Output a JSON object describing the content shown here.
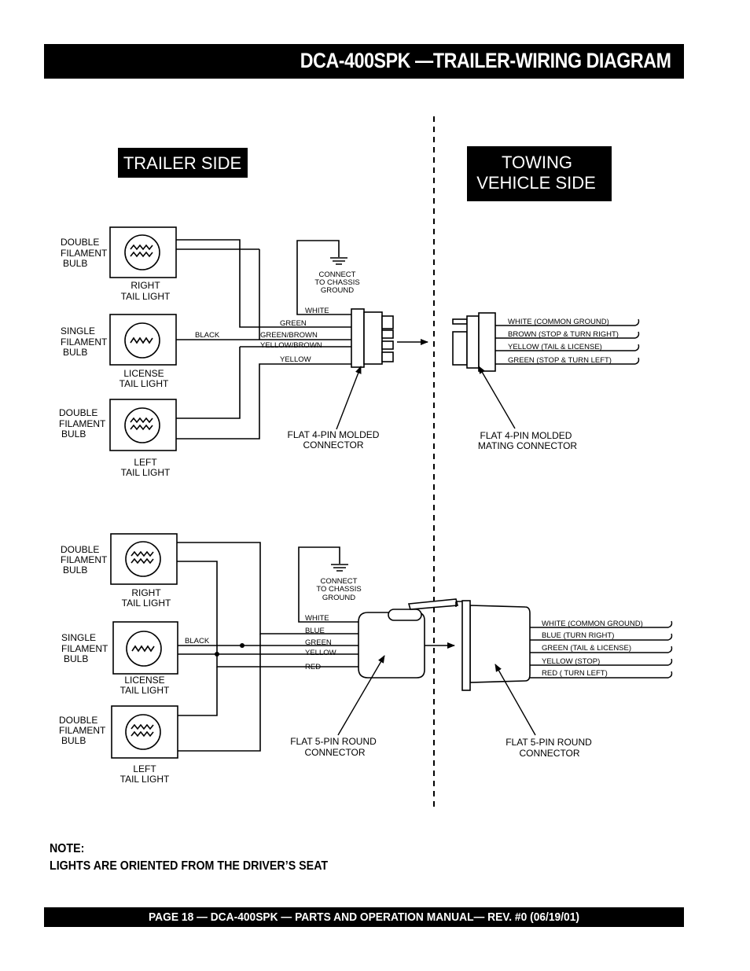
{
  "header": {
    "title": "DCA-400SPK —TRAILER-WIRING DIAGRAM"
  },
  "sides": {
    "trailer": "TRAILER SIDE",
    "towing_line1": "TOWING",
    "towing_line2": "VEHICLE SIDE"
  },
  "bulbs": {
    "double": [
      "DOUBLE",
      "FILAMENT",
      "BULB"
    ],
    "single": [
      "SINGLE",
      "FILAMENT",
      "BULB"
    ]
  },
  "lights": {
    "right": [
      "RIGHT",
      "TAIL LIGHT"
    ],
    "license": [
      "LICENSE",
      "TAIL LIGHT"
    ],
    "left": [
      "LEFT",
      "TAIL LIGHT"
    ]
  },
  "ground": [
    "CONNECT",
    "TO CHASSIS",
    "GROUND"
  ],
  "top": {
    "trailer_wires": {
      "white": "WHITE",
      "green": "GREEN",
      "black": "BLACK",
      "green_brown": "GREEN/BROWN",
      "yellow_brown": "YELLOW/BROWN",
      "yellow": "YELLOW"
    },
    "trailer_connector": [
      "FLAT 4-PIN MOLDED",
      "CONNECTOR"
    ],
    "vehicle_wires": [
      "WHITE (COMMON GROUND)",
      "BROWN (STOP & TURN RIGHT)",
      "YELLOW (TAIL & LICENSE)",
      "GREEN (STOP & TURN LEFT)"
    ],
    "vehicle_connector": [
      "FLAT 4-PIN MOLDED",
      "MATING CONNECTOR"
    ]
  },
  "bottom": {
    "trailer_wires": {
      "white": "WHITE",
      "blue": "BLUE",
      "black": "BLACK",
      "green": "GREEN",
      "yellow": "YELLOW",
      "red": "RED"
    },
    "trailer_connector": [
      "FLAT 5-PIN ROUND",
      "CONNECTOR"
    ],
    "vehicle_wires": [
      "WHITE (COMMON GROUND)",
      "BLUE (TURN RIGHT)",
      "GREEN (TAIL & LICENSE)",
      "YELLOW (STOP)",
      "RED ( TURN LEFT)"
    ],
    "vehicle_connector": [
      "FLAT 5-PIN ROUND",
      "CONNECTOR"
    ]
  },
  "note": {
    "title": "NOTE:",
    "text": "LIGHTS ARE ORIENTED FROM THE DRIVER’S SEAT"
  },
  "footer": {
    "text": "PAGE 18 — DCA-400SPK — PARTS AND OPERATION MANUAL— REV. #0  (06/19/01)"
  }
}
